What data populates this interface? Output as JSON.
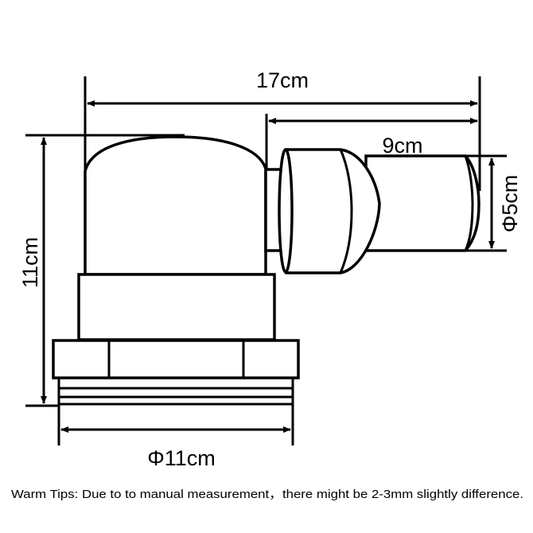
{
  "dimensions": {
    "overall_length": "17cm",
    "outlet_length": "9cm",
    "outlet_diameter": "Φ5cm",
    "height": "11cm",
    "base_diameter": "Φ11cm"
  },
  "footer": {
    "warm_tips": "Warm Tips: Due to to manual measurement，there might be 2-3mm slightly difference."
  },
  "colors": {
    "line": "#000000",
    "background": "#ffffff"
  }
}
